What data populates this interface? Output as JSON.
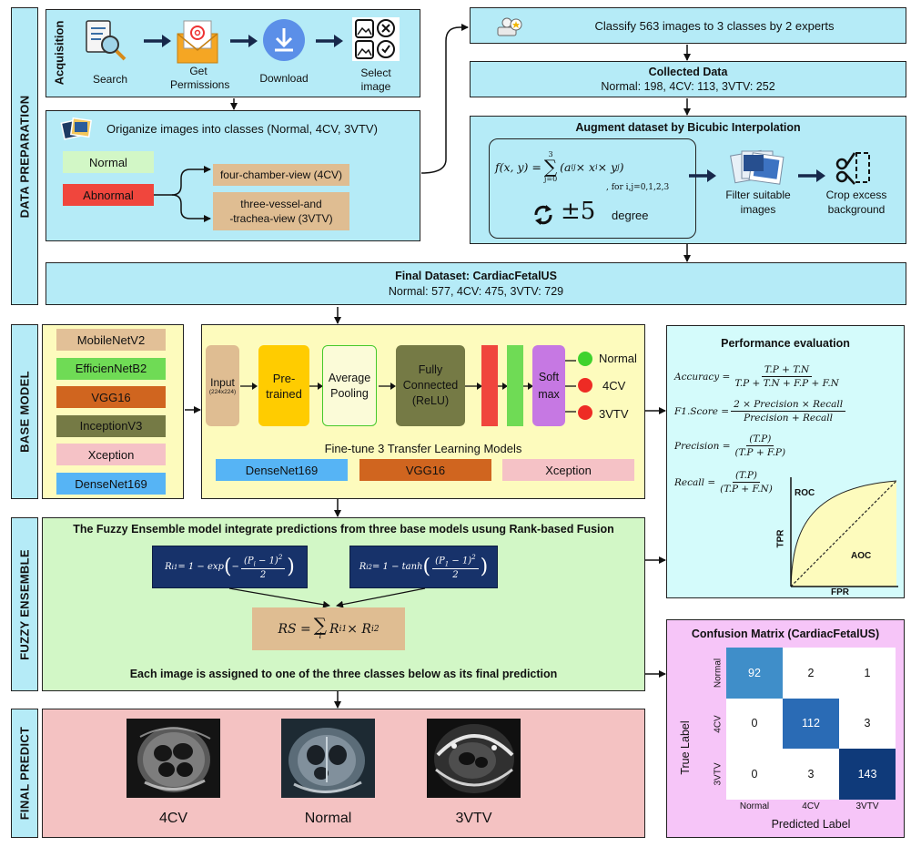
{
  "colors": {
    "light_blue": "#b5ebf7",
    "light_yellow": "#fdfbbd",
    "light_green": "#d2f7c6",
    "light_pink": "#f4c2c2",
    "light_violet": "#f6c5f8",
    "arrow": "#17284b",
    "formula_box": "#17326a",
    "tan": "#dfbd92"
  },
  "sections": {
    "data_preparation": "DATA PREPARATION",
    "base_model": "BASE MODEL",
    "fuzzy_ensemble": "FUZZY ENSEMBLE",
    "final_predict": "FINAL PREDICT"
  },
  "acquisition": {
    "title": "Acquisition",
    "steps": [
      {
        "label": "Search",
        "icon": "search-document-icon"
      },
      {
        "label": "Get\nPermissions",
        "icon": "email-envelope-icon"
      },
      {
        "label": "Download",
        "icon": "download-icon"
      },
      {
        "label": "Select\nimage",
        "icon": "image-selection-icon"
      }
    ]
  },
  "organize": {
    "title": "Origanize images into classes (Normal, 4CV, 3VTV)",
    "normal": "Normal",
    "abnormal": "Abnormal",
    "four_cv": "four-chamber-view (4CV)",
    "three_vtv_line1": "three-vessel-and",
    "three_vtv_line2": "-trachea-view (3VTV)"
  },
  "classify": {
    "text": "Classify 563 images to 3 classes by 2 experts"
  },
  "collected": {
    "title": "Collected Data",
    "text": "Normal: 198, 4CV: 113, 3VTV: 252"
  },
  "augment": {
    "title": "Augment dataset by Bicubic Interpolation",
    "formula_lhs": "f(x, y) =",
    "sum_top": "3",
    "sum_bottom": "j=0",
    "formula_body": "(a",
    "formula_rest": " × x",
    "formula_end": " × y",
    "index_note": ", for i,j=0,1,2,3",
    "rotation_value": "±5",
    "rotation_unit": "degree",
    "filter_label": "Filter suitable\nimages",
    "crop_label": "Crop excess\nbackground"
  },
  "final_dataset": {
    "title": "Final Dataset: CardiacFetalUS",
    "text": "Normal: 577, 4CV: 475, 3VTV: 729"
  },
  "base_models": [
    "MobileNetV2",
    "EfficienNetB2",
    "VGG16",
    "InceptionV3",
    "Xception",
    "DenseNet169"
  ],
  "base_model_colors": [
    "#e2c097",
    "#6fdb55",
    "#d0651f",
    "#757a45",
    "#f5c2c6",
    "#56b4f5"
  ],
  "network": {
    "input": "Input",
    "input_size": "(224x224)",
    "pretrained": "Pre-\ntrained",
    "avg_pool": "Average\nPooling",
    "fc": "Fully\nConnected\n(ReLU)",
    "softmax": "Soft\nmax",
    "outputs": [
      "Normal",
      "4CV",
      "3VTV"
    ],
    "finetune_title": "Fine-tune 3 Transfer Learning Models",
    "finetune_models": [
      "DenseNet169",
      "VGG16",
      "Xception"
    ]
  },
  "performance": {
    "title": "Performance evaluation",
    "accuracy_lhs": "Accuracy =",
    "accuracy_num": "T.P + T.N",
    "accuracy_den": "T.P + T.N + F.P + F.N",
    "f1_lhs": "F1.Score =",
    "f1_num": "2 × Precision × Recall",
    "f1_den": "Precision + Recall",
    "precision_lhs": "Precision =",
    "precision_num": "(T.P)",
    "precision_den": "(T.P + F.P)",
    "recall_lhs": "Recall =",
    "recall_num": "(T.P)",
    "recall_den": "(T.P + F.N)",
    "roc_label": "ROC",
    "aoc_label": "AOC",
    "tpr_label": "TPR",
    "fpr_label": "FPR"
  },
  "fuzzy": {
    "title": "The Fuzzy Ensemble model integrate predictions from three base models usung Rank-based Fusion",
    "r1_lhs": "R",
    "r1_sub": "i1",
    "r1_eq": " = 1 − exp",
    "r1_num": "(P",
    "r1_num_sub": "i",
    "r1_num_end": " − 1)",
    "r1_den": "2",
    "r2_lhs": "R",
    "r2_sub": "i2",
    "r2_eq": " = 1 − tanh",
    "r2_num": "(P",
    "r2_num_sub": "1",
    "r2_num_end": " − 1)",
    "r2_den": "2",
    "rs_lhs": "RS =",
    "rs_sum_index": "i",
    "rs_body": "R",
    "rs_sub1": "i1",
    "rs_times": " × R",
    "rs_sub2": "i2",
    "footer": "Each image is assigned to one of the three classes below as its final prediction"
  },
  "final_predict": {
    "labels": [
      "4CV",
      "Normal",
      "3VTV"
    ]
  },
  "confusion_matrix": {
    "title": "Confusion Matrix (CardiacFetalUS)",
    "true_label": "True Label",
    "predicted_label": "Predicted Label",
    "row_labels": [
      "Normal",
      "4CV",
      "3VTV"
    ],
    "col_labels": [
      "Normal",
      "4CV",
      "3VTV"
    ],
    "values": [
      [
        92,
        2,
        1
      ],
      [
        0,
        112,
        3
      ],
      [
        0,
        3,
        143
      ]
    ]
  }
}
